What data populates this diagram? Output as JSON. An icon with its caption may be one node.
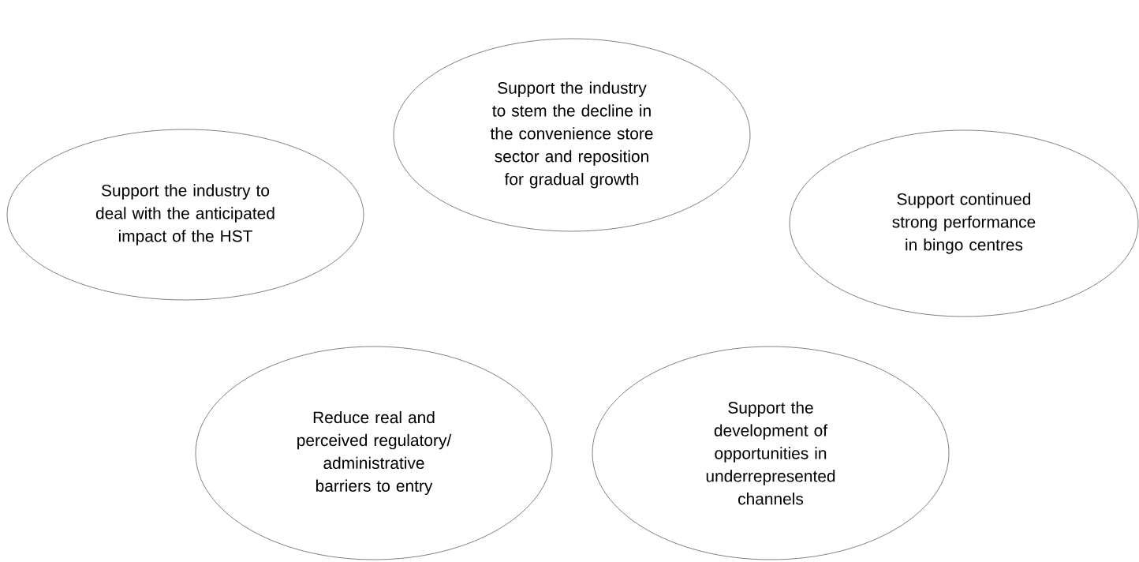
{
  "diagram": {
    "nodes": [
      {
        "text": [
          "Support the industry to deal with the anticipated impact of the HST"
        ]
      },
      {
        "text": [
          "Support the industry to stem the decline in the convenience store sector and reposition for gradual growth"
        ]
      },
      {
        "text": [
          "Support continued strong performance in bingo centres"
        ]
      },
      {
        "text": [
          "Reduce real and perceived regulatory/ administrative barriers to entry"
        ]
      },
      {
        "text": [
          "Support the development of opportunities in underrepresented channels"
        ]
      }
    ]
  }
}
